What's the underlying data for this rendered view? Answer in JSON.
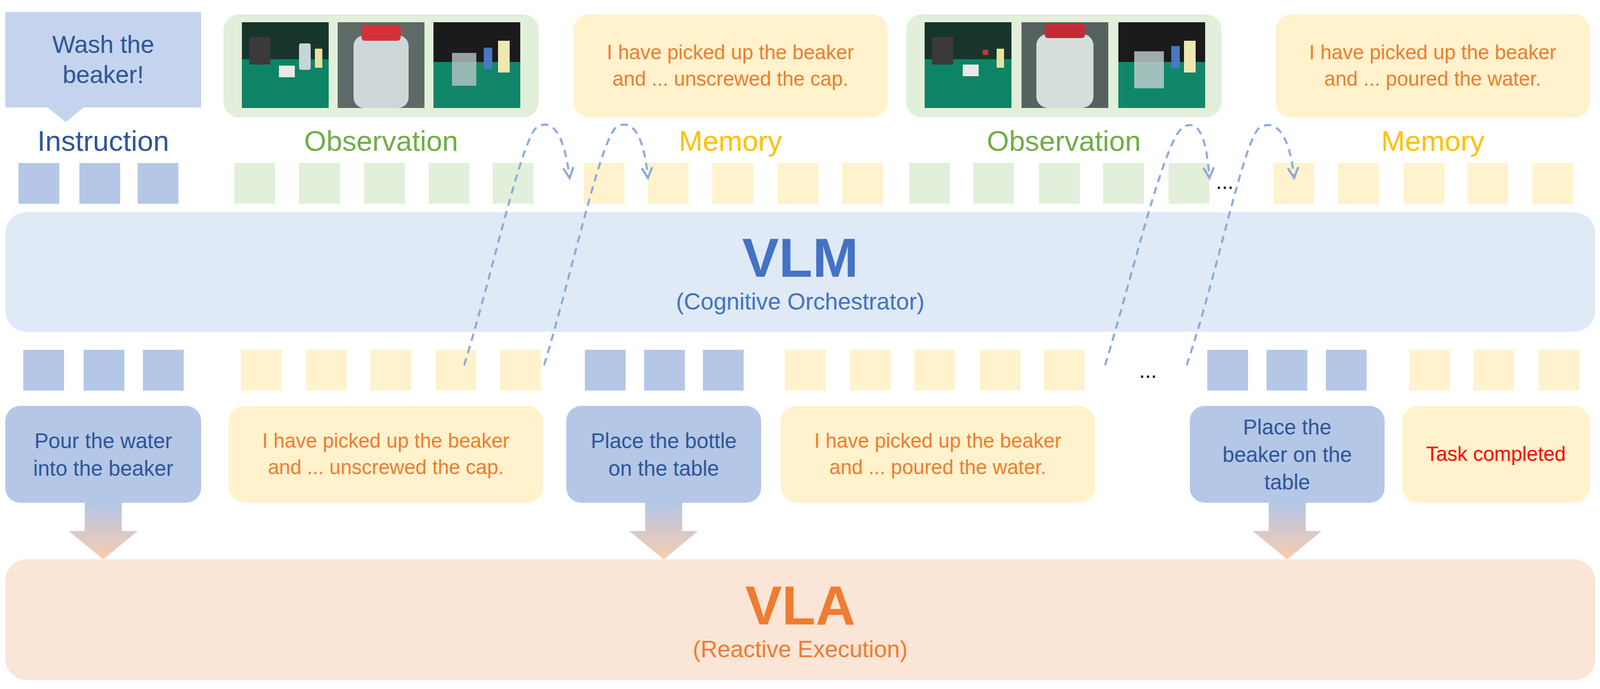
{
  "diagram": {
    "nodes": [
      {
        "text": [
          "Wash the beaker!",
          "Instruction"
        ]
      },
      {
        "text": [
          "Observation"
        ]
      },
      {
        "text": [
          "I have picked up the beaker and ... unscrewed the cap.",
          "Memory"
        ]
      },
      {
        "text": [
          "Observation"
        ]
      },
      {
        "text": [
          "I have picked up the beaker and ... poured the water.",
          "Memory"
        ]
      },
      {
        "text": [
          "VLM",
          "(Cognitive Orchestrator)"
        ]
      },
      {
        "text": [
          "Pour the water into the beaker"
        ]
      },
      {
        "text": [
          "I have picked up the beaker and ... unscrewed the cap."
        ]
      },
      {
        "text": [
          "Place the bottle on the table"
        ]
      },
      {
        "text": [
          "I have picked up the beaker and ... poured the water."
        ]
      },
      {
        "text": [
          "Place the beaker on the table"
        ]
      },
      {
        "text": [
          "Task completed"
        ]
      },
      {
        "text": [
          "VLA",
          "(Reactive Execution)"
        ]
      }
    ],
    "edges": [
      {
        "from": 6,
        "to": 12,
        "arrow": "to"
      },
      {
        "from": 8,
        "to": 12,
        "arrow": "to"
      },
      {
        "from": 10,
        "to": 12,
        "arrow": "to"
      }
    ],
    "labels": [
      "...",
      "..."
    ]
  }
}
